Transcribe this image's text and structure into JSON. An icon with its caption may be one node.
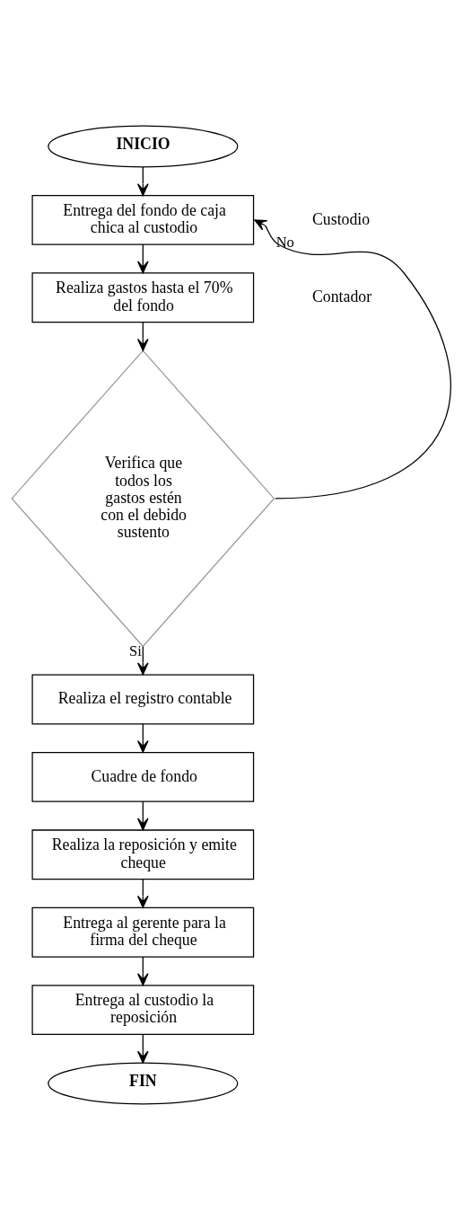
{
  "diagram": {
    "nodes": [
      {
        "text": [
          "INICIO"
        ]
      },
      {
        "text": [
          "Entrega del fondo de caja chica al custodio"
        ]
      },
      {
        "text": [
          "Realiza gastos hasta el 70% del fondo"
        ]
      },
      {
        "text": [
          "Verifica que todos los gastos estén con el debido sustento"
        ]
      },
      {
        "text": [
          "Realiza el registro contable"
        ]
      },
      {
        "text": [
          "Cuadre de fondo"
        ]
      },
      {
        "text": [
          "Realiza la reposición y emite cheque"
        ]
      },
      {
        "text": [
          "Entrega al gerente para la firma del cheque"
        ]
      },
      {
        "text": [
          "Entrega al custodio la reposición"
        ]
      },
      {
        "text": [
          "FIN"
        ]
      }
    ],
    "edges": [
      {
        "from": 0,
        "to": 1,
        "arrow": "to"
      },
      {
        "from": 1,
        "to": 2,
        "arrow": "to"
      },
      {
        "from": 2,
        "to": 3,
        "arrow": "to"
      },
      {
        "from": 3,
        "to": 1,
        "arrow": "to",
        "label": "No"
      },
      {
        "from": 3,
        "to": 4,
        "arrow": "to",
        "label": "Si"
      },
      {
        "from": 4,
        "to": 5,
        "arrow": "to"
      },
      {
        "from": 5,
        "to": 6,
        "arrow": "to"
      },
      {
        "from": 6,
        "to": 7,
        "arrow": "to"
      },
      {
        "from": 7,
        "to": 8,
        "arrow": "to"
      },
      {
        "from": 8,
        "to": 9,
        "arrow": "to"
      }
    ],
    "labels": [
      "Custodio",
      "Contador"
    ]
  }
}
